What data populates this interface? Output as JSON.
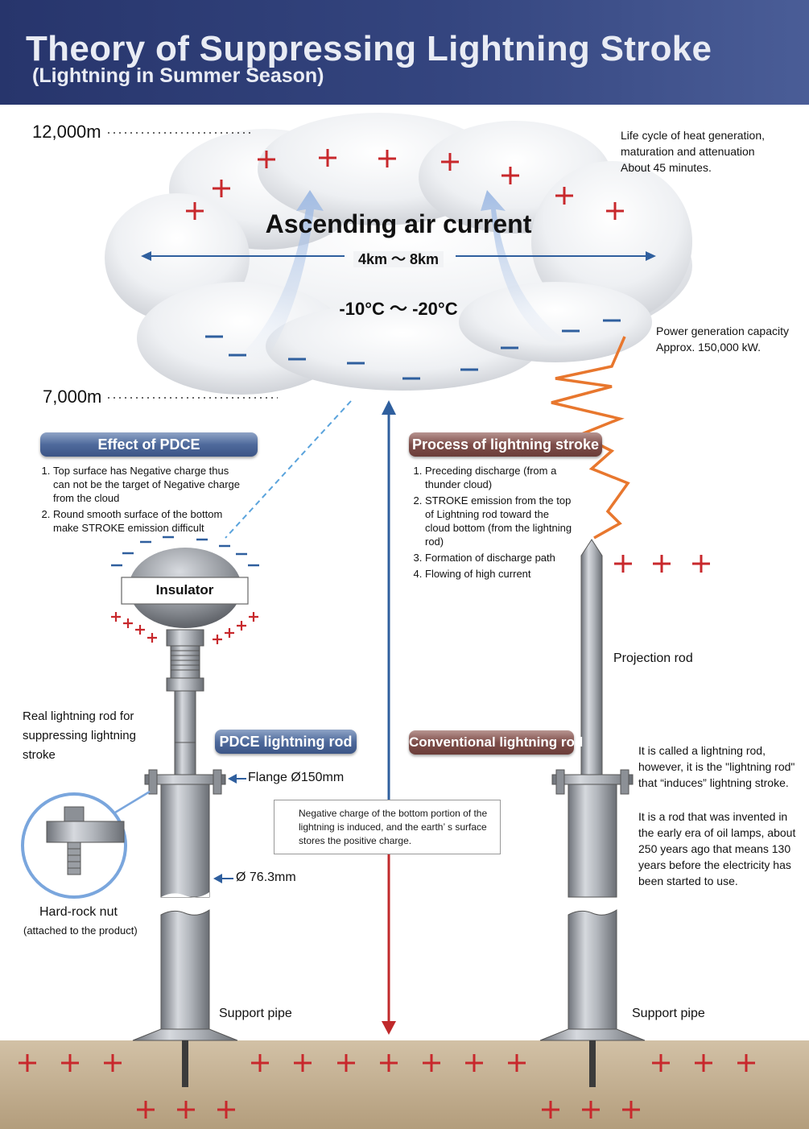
{
  "header": {
    "title": "Theory of Suppressing Lightning Stroke",
    "subtitle": "(Lightning in Summer Season)"
  },
  "altitudes": {
    "top": "12,000m",
    "bottom": "7,000m"
  },
  "cloud": {
    "title": "Ascending air current",
    "size": "4km ～ 8km",
    "temperature": "-10°C ～ -20°C"
  },
  "notes": {
    "life_cycle": [
      "Life cycle of heat generation,",
      "maturation and attenuation",
      "About 45 minutes."
    ],
    "power": [
      "Power generation capacity",
      "Approx. 150,000 kW."
    ]
  },
  "effect_pdce": {
    "heading": "Effect of PDCE",
    "items": [
      "Top surface has Negative charge thus can not be the target of Negative charge from the cloud",
      "Round smooth surface of the bottom make STROKE emission difficult"
    ]
  },
  "process": {
    "heading": "Process of lightning stroke",
    "items": [
      "Preceding discharge (from a thunder cloud)",
      "STROKE emission from the top of Lightning rod toward the cloud bottom (from the lightning rod)",
      "Formation of discharge path",
      "Flowing of high current"
    ]
  },
  "labels": {
    "insulator": "Insulator",
    "real_rod": "Real lightning rod for suppressing lightning stroke",
    "pdce_rod": "PDCE lightning rod",
    "conventional_rod": "Conventional lightning rod",
    "flange": "Flange  Ø150mm",
    "diameter": "Ø 76.3mm",
    "hard_rock": "Hard-rock nut",
    "hard_rock_note": "(attached to the product)",
    "support_pipe_left": "Support pipe",
    "support_pipe_right": "Support pipe",
    "projection_rod": "Projection rod",
    "induced": "Negative charge of the bottom portion of the lightning is induced, and the earth’ s surface stores the positive charge."
  },
  "conventional_notes": [
    "It is called a lightning rod, however, it is the \"lightning rod\" that “induces” lightning stroke.",
    "It is a rod that was invented in the early era of oil lamps, about 250 years ago that means 130 years before the electricity has been started to use."
  ],
  "colors": {
    "header": "#2f3f78",
    "positive": "#c8282c",
    "negative": "#2f5f9e",
    "lightning": "#e8772e",
    "ground": "#c2ae90",
    "arrow_blue": "#2f5f9e",
    "arrow_red": "#c0292b"
  }
}
